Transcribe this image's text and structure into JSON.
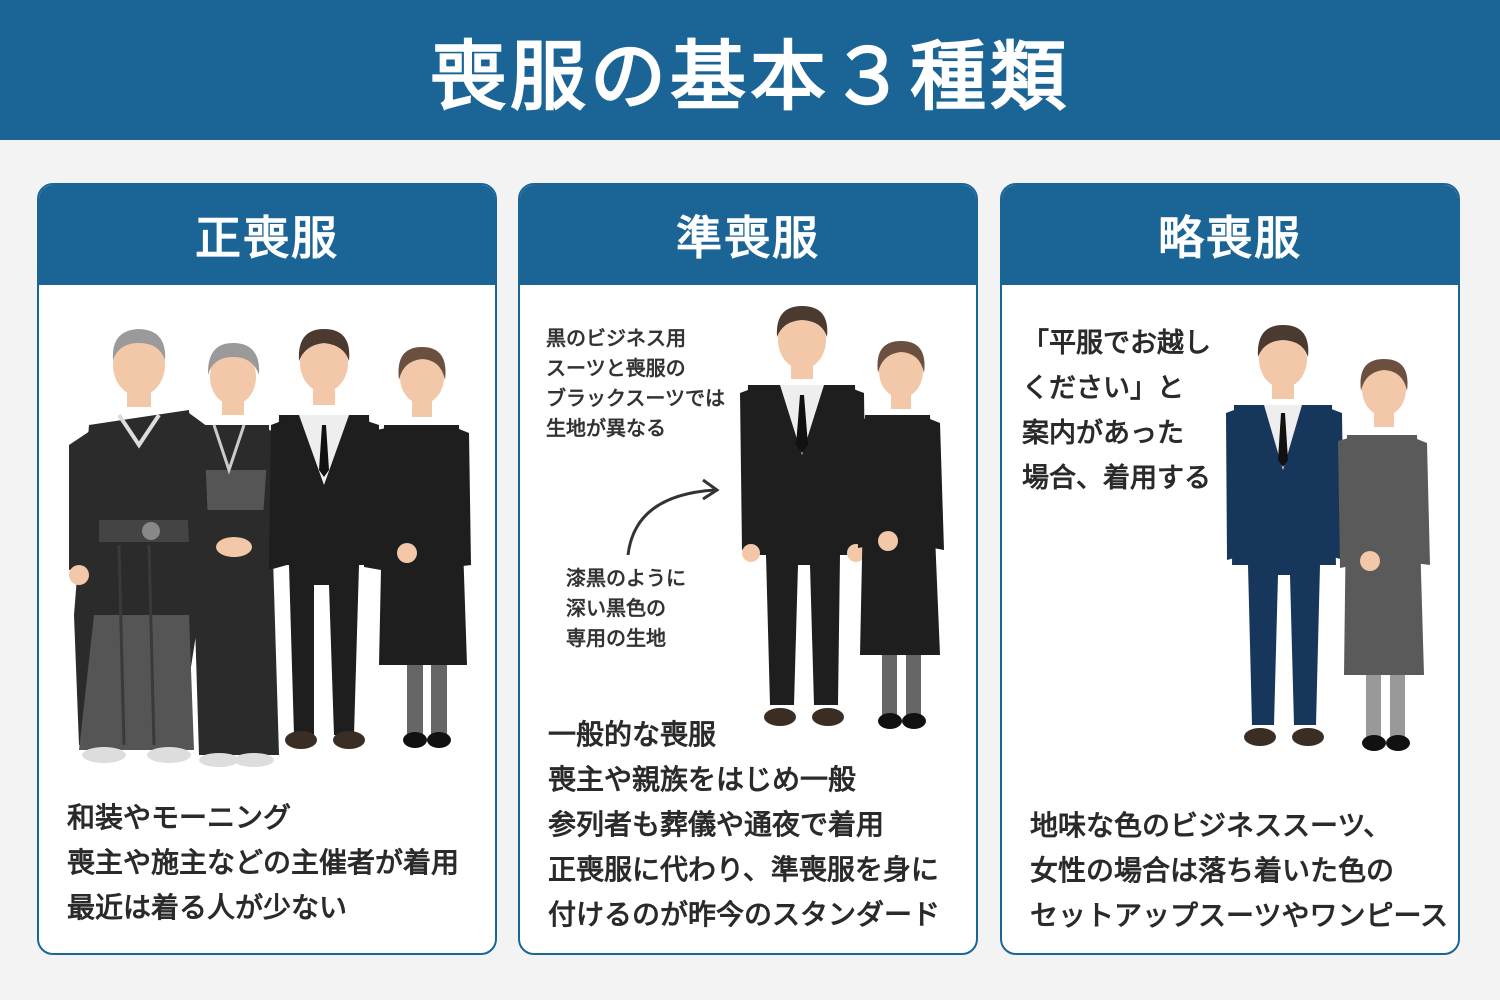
{
  "title": "喪服の基本３種類",
  "cards": [
    {
      "heading": "正喪服",
      "lines": [
        "和装やモーニング",
        "喪主や施主などの主催者が着用",
        "最近は着る人が少ない"
      ]
    },
    {
      "heading": "準喪服",
      "note_top": [
        "黒のビジネス用",
        "スーツと喪服の",
        "ブラックスーツでは",
        "生地が異なる"
      ],
      "note_bottom": [
        "漆黒のように",
        "深い黒色の",
        "専用の生地"
      ],
      "lines": [
        "一般的な喪服",
        "喪主や親族をはじめ一般",
        "参列者も葬儀や通夜で着用",
        "正喪服に代わり、準喪服を身に",
        "付けるのが昨今のスタンダード"
      ]
    },
    {
      "heading": "略喪服",
      "note_top": [
        "「平服でお越し",
        "ください」と",
        "案内があった",
        "場合、着用する"
      ],
      "lines": [
        "地味な色のビジネススーツ、",
        "女性の場合は落ち着いた色の",
        "セットアップスーツやワンピース"
      ]
    }
  ],
  "colors": {
    "brand_blue": "#1b6496",
    "black_suit": "#1e1e1e",
    "navy_suit": "#17365c",
    "gray_dress": "#5a5a5a",
    "skin": "#f2c8a8",
    "hair_brown": "#4b3a30",
    "hair_gray": "#9a9a9a"
  }
}
